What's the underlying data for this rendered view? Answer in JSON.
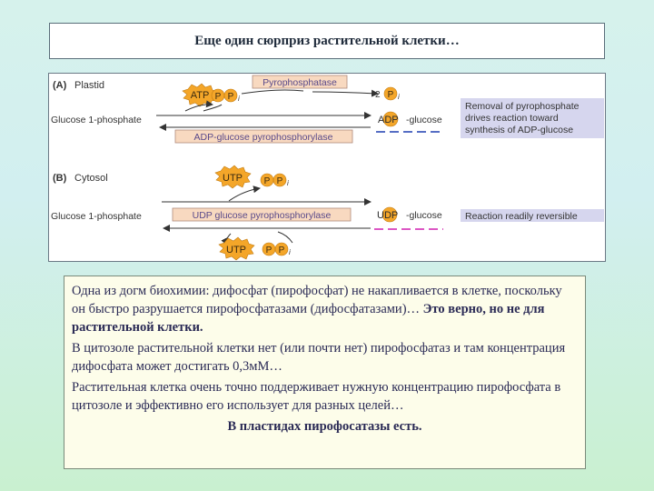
{
  "title": "Еще один сюрприз растительной клетки…",
  "diagram": {
    "panel_a": {
      "label": "(A)",
      "compartment": "Plastid",
      "enzyme_top": "Pyrophosphatase",
      "atp": "ATP",
      "p1": "P",
      "p2": "P",
      "sub_i": "i",
      "coef": "2",
      "pi": "P",
      "substrate": "Glucose 1-phosphate",
      "product_nuc": "ADP",
      "product_suffix": "-glucose",
      "enzyme_bottom": "ADP-glucose pyrophosphorylase",
      "note_line1": "Removal of pyrophosphate",
      "note_line2": "drives reaction toward",
      "note_line3": "synthesis of ADP-glucose"
    },
    "panel_b": {
      "label": "(B)",
      "compartment": "Cytosol",
      "utp_top": "UTP",
      "p1": "P",
      "p2": "P",
      "sub_i": "i",
      "substrate": "Glucose 1-phosphate",
      "enzyme": "UDP glucose pyrophosphorylase",
      "product_nuc": "UDP",
      "product_suffix": "-glucose",
      "note": "Reaction readily reversible",
      "utp_bottom": "UTP",
      "p3": "P",
      "p4": "P"
    },
    "colors": {
      "orange": "#f4a629",
      "enzyme_fill": "#f8d9c0",
      "enzyme_text": "#5a4a8a",
      "note_fill": "#d6d6ee",
      "blue_dash": "#1f3fb0",
      "magenta_dash": "#d020b0"
    }
  },
  "text": {
    "p1_normal": "Одна из догм биохимии: дифосфат (пирофосфат) не накапливается в клетке, поскольку он быстро разрушается пирофосфатазами (дифосфатазами)…  ",
    "p1_bold": "Это верно, но не для растительной клетки.",
    "p2": "В цитозоле растительной клетки нет (или почти нет) пирофосфатаз и там  концентрация дифосфата может достигать 0,3мМ…",
    "p3": "Растительная клетка очень точно поддерживает нужную концентрацию пирофосфата в цитозоле и эффективно его использует для разных целей…",
    "p4": "В пластидах пирофосатазы есть."
  }
}
